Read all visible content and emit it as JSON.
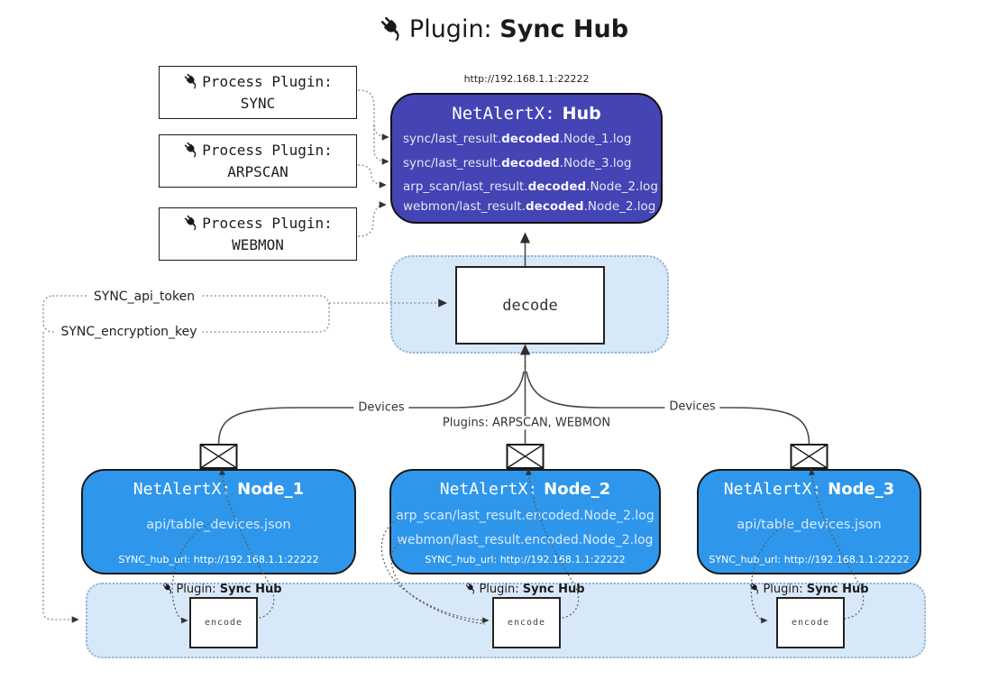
{
  "title": {
    "prefix": "Plugin:",
    "name": "Sync Hub"
  },
  "hub": {
    "url": "http://192.168.1.1:22222",
    "name_prefix": "NetAlertX:",
    "name": "Hub",
    "logs": [
      {
        "pre": "sync/last_result.",
        "mid": "decoded",
        "post": ".Node_1.log"
      },
      {
        "pre": "sync/last_result.",
        "mid": "decoded",
        "post": ".Node_3.log"
      },
      {
        "pre": "arp_scan/last_result.",
        "mid": "decoded",
        "post": ".Node_2.log"
      },
      {
        "pre": "webmon/last_result.",
        "mid": "decoded",
        "post": ".Node_2.log"
      }
    ]
  },
  "process_plugins": [
    {
      "label": "Process Plugin:",
      "name": "SYNC"
    },
    {
      "label": "Process Plugin:",
      "name": "ARPSCAN"
    },
    {
      "label": "Process Plugin:",
      "name": "WEBMON"
    }
  ],
  "settings": {
    "api_token": "SYNC_api_token",
    "encryption_key": "SYNC_encryption_key"
  },
  "decode": {
    "box_label": "decode"
  },
  "encode": {
    "plugin_prefix": "Plugin:",
    "plugin_name": "Sync Hub",
    "box_label": "encode"
  },
  "edges": {
    "devices_left": "Devices",
    "plugins_mid": "Plugins: ARPSCAN, WEBMON",
    "devices_right": "Devices"
  },
  "nodes": [
    {
      "name_prefix": "NetAlertX:",
      "name": "Node_1",
      "files": [
        "api/table_devices.json"
      ],
      "hub_url": "SYNC_hub_url: http://192.168.1.1:22222"
    },
    {
      "name_prefix": "NetAlertX:",
      "name": "Node_2",
      "files": [
        "arp_scan/last_result.encoded.Node_2.log",
        "webmon/last_result.encoded.Node_2.log"
      ],
      "hub_url": "SYNC_hub_url: http://192.168.1.1:22222"
    },
    {
      "name_prefix": "NetAlertX:",
      "name": "Node_3",
      "files": [
        "api/table_devices.json"
      ],
      "hub_url": "SYNC_hub_url: http://192.168.1.1:22222"
    }
  ],
  "colors": {
    "hub_fill": "#4444b4",
    "node_fill": "#2e97ec",
    "panel_fill": "#d7e8f9",
    "panel_border": "#93b1d4"
  }
}
